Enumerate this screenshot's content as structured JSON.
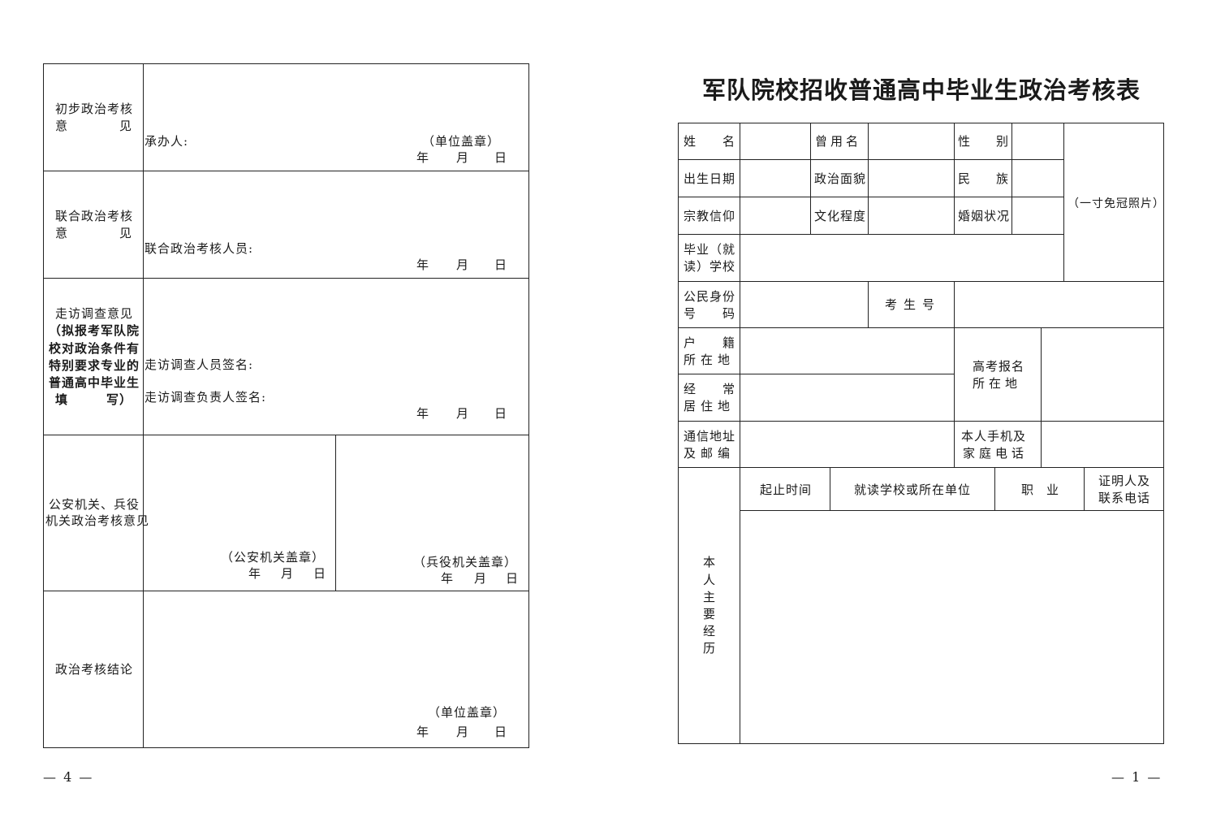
{
  "left_page": {
    "rows": {
      "initial": {
        "label_line1": "初步政治考核",
        "label_line2": "意",
        "label_line2b": "见",
        "handler_label": "承办人:",
        "seal": "（单位盖章）",
        "date": [
          "年",
          "月",
          "日"
        ]
      },
      "joint": {
        "label_line1": "联合政治考核",
        "label_line2": "意",
        "label_line2b": "见",
        "staff_label": "联合政治考核人员:",
        "date": [
          "年",
          "月",
          "日"
        ]
      },
      "visit": {
        "label_line1": "走访调查意见",
        "note_lines": [
          "（拟报考军队院",
          "校对政治条件有",
          "特别要求专业的",
          "普通高中毕业生"
        ],
        "note_last_a": "填",
        "note_last_b": "写）",
        "signer_label": "走访调查人员签名:",
        "leader_label": "走访调查负责人签名:",
        "date": [
          "年",
          "月",
          "日"
        ]
      },
      "police": {
        "label_line1": "公安机关、兵役",
        "label_line2": "机关政治考核意见",
        "police_seal": "（公安机关盖章）",
        "military_seal": "（兵役机关盖章）",
        "date": [
          "年",
          "月",
          "日"
        ]
      },
      "conclusion": {
        "label": "政治考核结论",
        "seal": "（单位盖章）",
        "date": [
          "年",
          "月",
          "日"
        ]
      }
    },
    "page_number": "— 4 —"
  },
  "right_page": {
    "title": "军队院校招收普通高中毕业生政治考核表",
    "labels": {
      "name": [
        "姓",
        "名"
      ],
      "alias": "曾用名",
      "gender": [
        "性",
        "别"
      ],
      "photo": "（一寸免冠照片）",
      "birth": "出生日期",
      "political": "政治面貌",
      "ethnicity": [
        "民",
        "族"
      ],
      "religion": "宗教信仰",
      "education": "文化程度",
      "marital": "婚姻状况",
      "school": [
        "毕业（就",
        "读）学校"
      ],
      "id_number": [
        "公民身份",
        "号",
        "码"
      ],
      "exam_no": "考生号",
      "household": [
        [
          "户",
          "籍"
        ],
        "所在地"
      ],
      "exam_location": [
        "高考报名",
        "所在地"
      ],
      "residence": [
        [
          "经",
          "常"
        ],
        "居住地"
      ],
      "address": [
        "通信地址",
        "及邮编"
      ],
      "phone": [
        "本人手机及",
        "家庭电话"
      ],
      "history_side": [
        "本",
        "人",
        "主",
        "要",
        "经",
        "历"
      ],
      "history_cols": [
        "起止时间",
        "就读学校或所在单位",
        "职",
        "业",
        "证明人及",
        "联系电话"
      ]
    },
    "page_number": "— 1 —"
  }
}
